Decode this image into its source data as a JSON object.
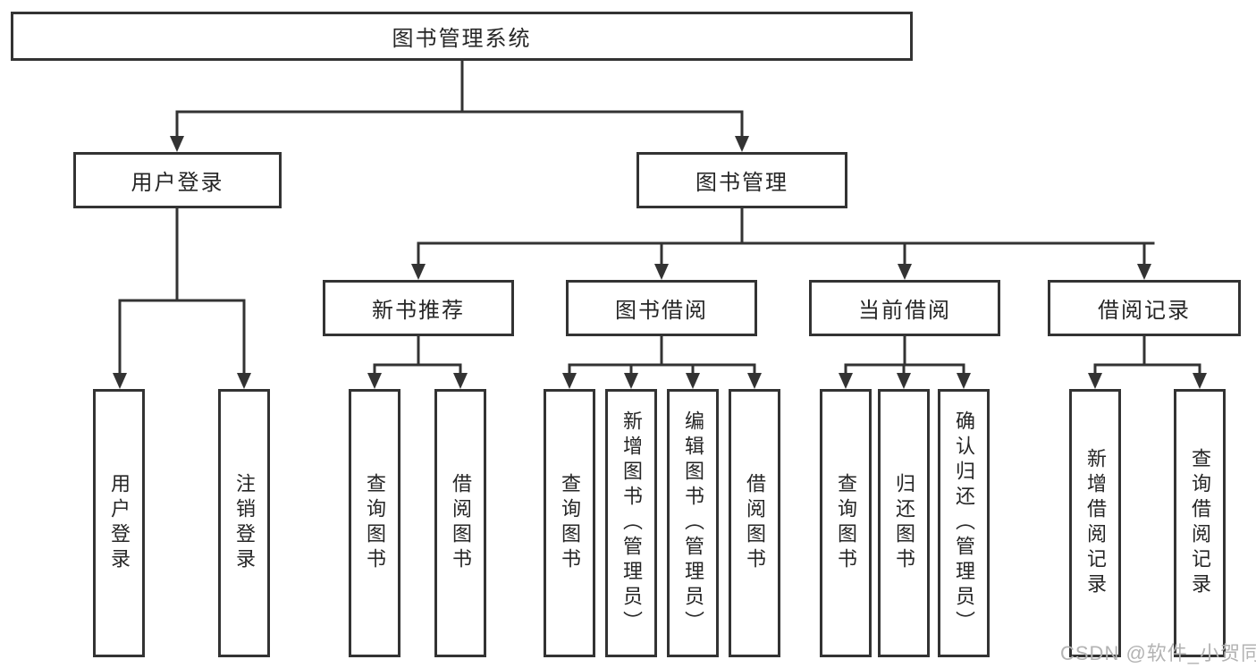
{
  "diagram_type": "hierarchy-tree",
  "colors": {
    "line": "#333333",
    "box_border": "#333333",
    "box_fill": "#ffffff",
    "text": "#262626",
    "watermark": "#b3b3b3",
    "background": "#ffffff"
  },
  "tree": {
    "label": "图书管理系统",
    "children": [
      {
        "label": "用户登录",
        "children": [
          {
            "label": "用户登录"
          },
          {
            "label": "注销登录"
          }
        ]
      },
      {
        "label": "图书管理",
        "children": [
          {
            "label": "新书推荐",
            "children": [
              {
                "label": "查询图书"
              },
              {
                "label": "借阅图书"
              }
            ]
          },
          {
            "label": "图书借阅",
            "children": [
              {
                "label": "查询图书"
              },
              {
                "label": "新增图书（管理员）"
              },
              {
                "label": "编辑图书（管理员）"
              },
              {
                "label": "借阅图书"
              }
            ]
          },
          {
            "label": "当前借阅",
            "children": [
              {
                "label": "查询图书"
              },
              {
                "label": "归还图书"
              },
              {
                "label": "确认归还（管理员）"
              }
            ]
          },
          {
            "label": "借阅记录",
            "children": [
              {
                "label": "新增借阅记录"
              },
              {
                "label": "查询借阅记录"
              }
            ]
          }
        ]
      }
    ]
  },
  "watermark": {
    "text": "CSDN @软件_小贺同学"
  }
}
